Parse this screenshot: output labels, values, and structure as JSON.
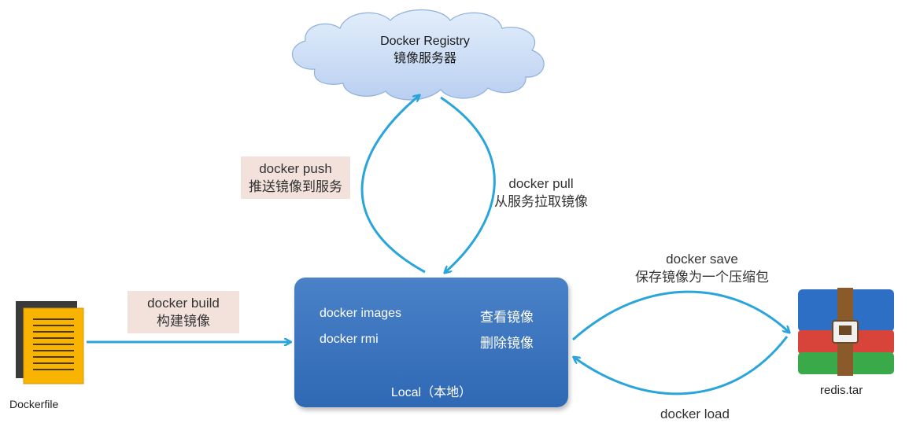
{
  "registry": {
    "name": "Docker Registry",
    "subtitle": "镜像服务器"
  },
  "push": {
    "command": "docker push",
    "description": "推送镜像到服务"
  },
  "pull": {
    "command": "docker pull",
    "description": "从服务拉取镜像"
  },
  "build": {
    "command": "docker build",
    "description": "构建镜像"
  },
  "save": {
    "command": "docker save",
    "description": "保存镜像为一个压缩包"
  },
  "load": {
    "command": "docker load"
  },
  "local": {
    "title": "Local（本地）",
    "commands": [
      {
        "command": "docker images",
        "description": "查看镜像"
      },
      {
        "command": "docker rmi",
        "description": "删除镜像"
      }
    ]
  },
  "dockerfile": {
    "caption": "Dockerfile"
  },
  "archive": {
    "caption": "redis.tar"
  },
  "colors": {
    "arrow": "#2aa5dc",
    "local_box": "#3b74bd",
    "cloud": "#c9dcf6",
    "label_bg": "#f3e1dc",
    "file_yellow": "#f8b400"
  }
}
